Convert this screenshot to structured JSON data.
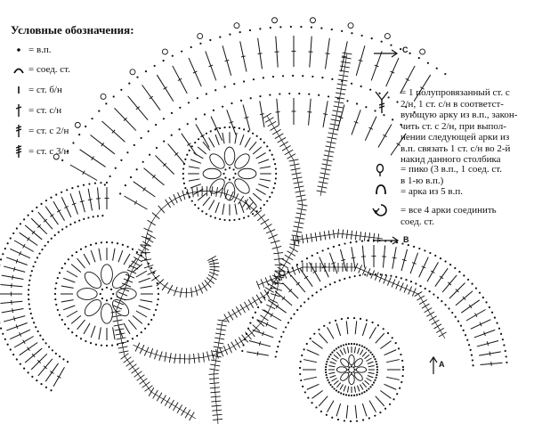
{
  "legend": {
    "title": "Условные обозначения:",
    "items": [
      {
        "symbol": "dot",
        "text": "= в.п."
      },
      {
        "symbol": "arc",
        "text": "= соед. ст."
      },
      {
        "symbol": "sc",
        "text": "= ст. б/н"
      },
      {
        "symbol": "dc",
        "text": "= ст. с/н"
      },
      {
        "symbol": "tr",
        "text": "= ст. с 2/н"
      },
      {
        "symbol": "dtr",
        "text": "= ст. с 3/н"
      }
    ]
  },
  "notes": {
    "cluster": [
      "= 1 полупровязанный ст. с",
      "2/н, 1 ст. с/н в соответст-",
      "вующую арку из в.п., закон-",
      "чить ст. с 2/н, при выпол-",
      "нении следующей арки из",
      "в.п. связать 1 ст. с/н во 2-й",
      "накид данного столбика"
    ],
    "picot": [
      "= пико (3 в.п., 1 соед. ст.",
      "в 1-ю в.п.)"
    ],
    "arch": "= арка из 5 в.п.",
    "join": [
      "= все 4 арки соединить",
      "соед. ст."
    ]
  },
  "markers": {
    "a": "A",
    "b": "B",
    "c": "C"
  },
  "colors": {
    "ink": "#111111",
    "paper": "#ffffff"
  }
}
